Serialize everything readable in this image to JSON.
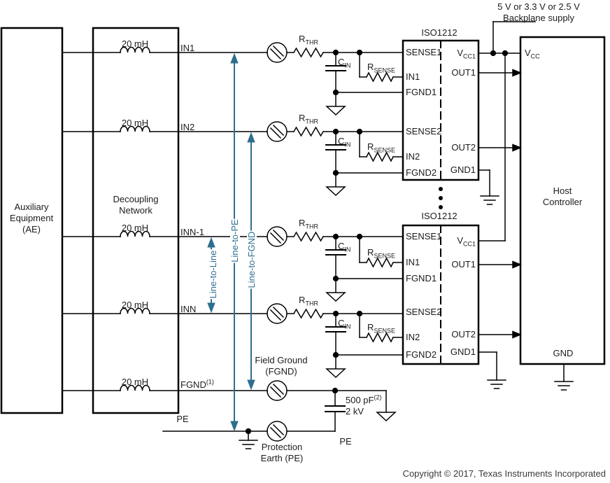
{
  "colors": {
    "accent": "#2e6e8e",
    "wire": "#000000",
    "text": "#1c1c1c"
  },
  "supply": {
    "line1": "5 V or 3.3 V or 2.5 V",
    "line2": "Backplane supply"
  },
  "aux_box": {
    "line1": "Auxiliary",
    "line2": "Equipment",
    "line3": "(AE)"
  },
  "decoupling_box": {
    "line1": "Decoupling",
    "line2": "Network"
  },
  "host_box": {
    "line1": "Host",
    "line2": "Controller",
    "vcc_base": "V",
    "vcc_sub": "CC",
    "gnd": "GND"
  },
  "chip": {
    "title": "ISO1212",
    "pins": {
      "sense1": "SENSE1",
      "in1": "IN1",
      "fgnd1": "FGND1",
      "sense2": "SENSE2",
      "in2": "IN2",
      "fgnd2": "FGND2",
      "vcc_base": "V",
      "vcc_sub": "CC1",
      "out1": "OUT1",
      "out2": "OUT2",
      "gnd1": "GND1"
    }
  },
  "wire_labels": {
    "in1": "IN1",
    "in2": "IN2",
    "innm1": "INN-1",
    "inn": "INN",
    "fgnd_base": "FGND",
    "fgnd_sup": "(1)",
    "pe": "PE"
  },
  "components": {
    "inductor": "20 mH",
    "rthr_base": "R",
    "rthr_sub": "THR",
    "rsense_base": "R",
    "rsense_sub": "SENSE",
    "cin_base": "C",
    "cin_sub": "IN",
    "cap_value_base": "500 pF",
    "cap_value_sup": "(2)",
    "cap_rating": "2 kV"
  },
  "annotations": {
    "line_to_line": "Line-to-Line",
    "line_to_pe": "Line-to-PE",
    "line_to_fgnd": "Line-to-FGND",
    "field_ground_1": "Field Ground",
    "field_ground_2": "(FGND)",
    "protection_earth_1": "Protection",
    "protection_earth_2": "Earth (PE)",
    "pe_label": "PE"
  },
  "icons": {
    "connector-terminal-icon": "circle with diagonal hatch",
    "earth-ground-icon": "three stacked bars",
    "field-ground-icon": "open down triangle",
    "junction-dot": "filled dot",
    "isolation-barrier": "vertical dashed line"
  },
  "footer": {
    "copyright": "Copyright © 2017, Texas Instruments Incorporated"
  }
}
